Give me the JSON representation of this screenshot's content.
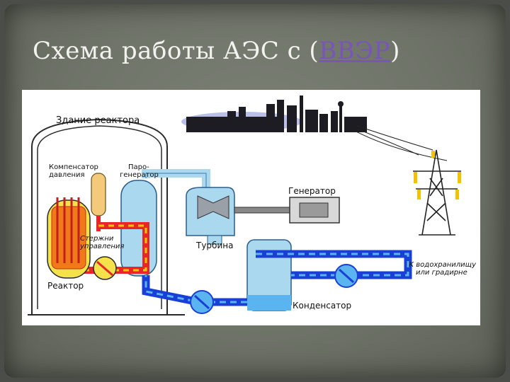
{
  "slide": {
    "title_prefix": "Схема работы АЭС с (",
    "title_link": "ВВЭР",
    "title_suffix": ")"
  },
  "diagram": {
    "labels": {
      "reactor_building": "Здание реактора",
      "pressurizer": "Компенсатор давления",
      "pressurizer_l1": "Компенсатор",
      "pressurizer_l2": "давления",
      "steam_generator_l1": "Паро-",
      "steam_generator_l2": "генератор",
      "control_rods_l1": "Стержни",
      "control_rods_l2": "управления",
      "reactor": "Реактор",
      "generator": "Генератор",
      "turbine": "Турбина",
      "to_reservoir_l1": "К водохранилищу",
      "to_reservoir_l2": "или градирне",
      "condenser": "Конденсатор"
    },
    "colors": {
      "hot_loop": "#e8262a",
      "hot_loop_stripe": "#f7c800",
      "steam": "#a9d8ef",
      "cold_water": "#1a3fd6",
      "cold_water_stripe": "#5ab4f0",
      "reactor_vessel": "#f5e24a",
      "city": "#1c1c22",
      "sky": "#b9bfe6"
    }
  }
}
